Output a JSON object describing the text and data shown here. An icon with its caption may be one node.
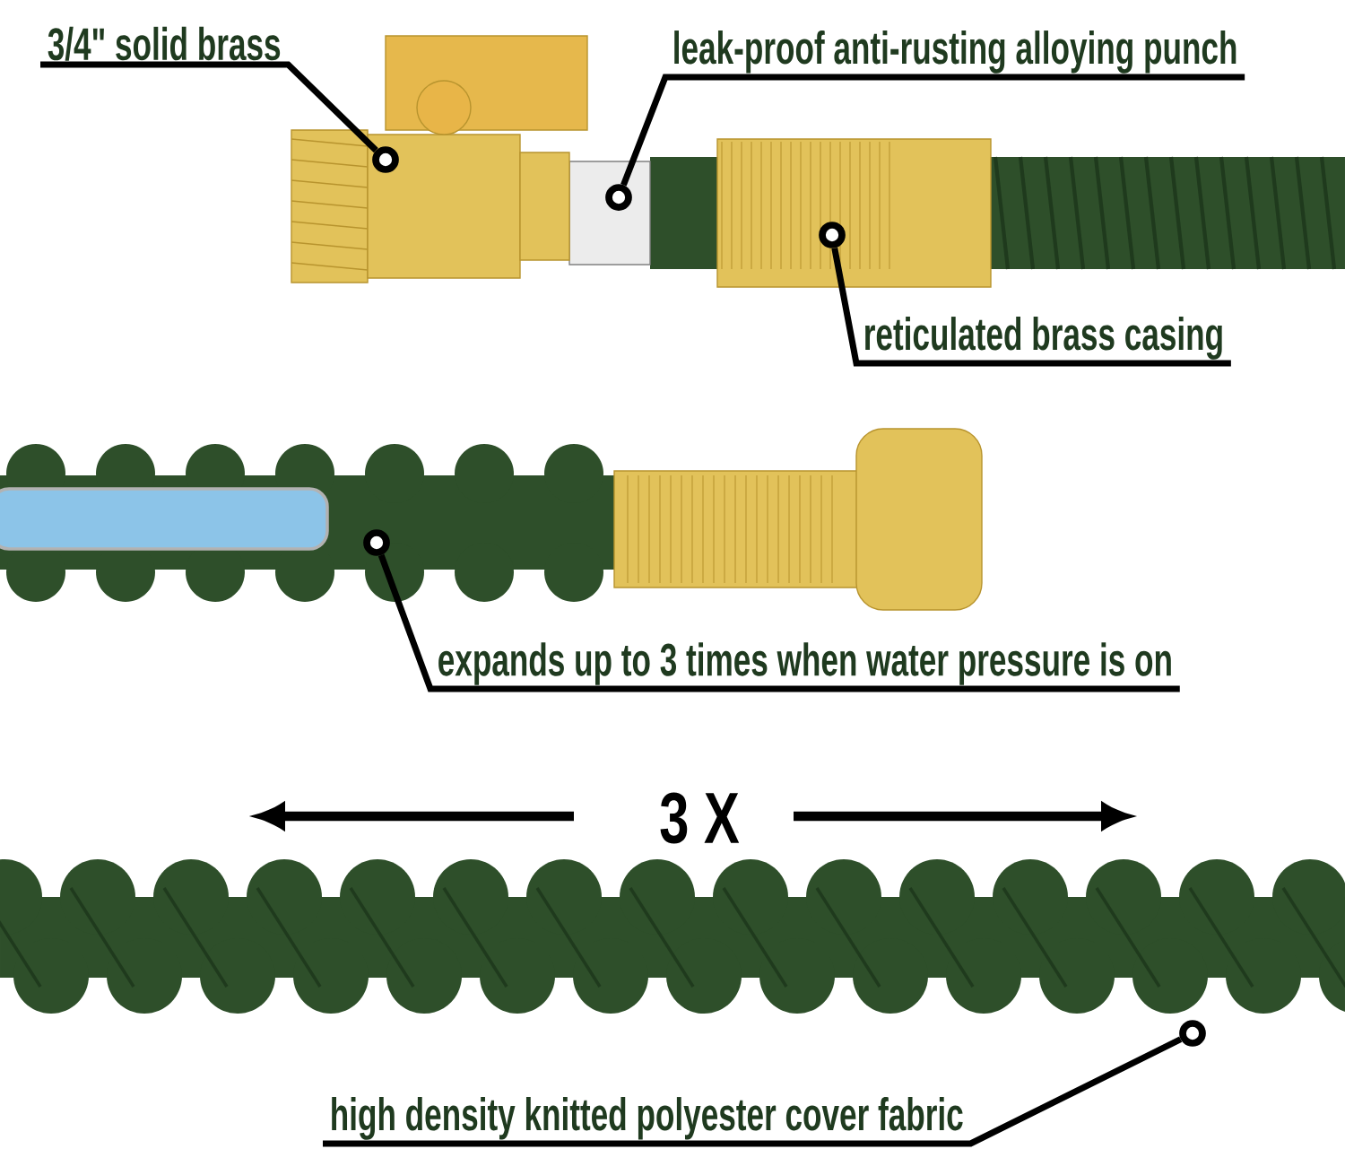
{
  "diagram": {
    "nodes": [
      {
        "text": [
          "3/4\" solid brass"
        ]
      },
      {
        "text": [],
        "shape": "circle"
      },
      {
        "text": [
          "leak-proof anti-rusting alloying punch"
        ]
      },
      {
        "text": [],
        "shape": "circle"
      },
      {
        "text": [
          "reticulated brass casing"
        ]
      },
      {
        "text": [],
        "shape": "circle"
      },
      {
        "text": [
          "expands up to 3 times when water pressure is on"
        ]
      },
      {
        "text": [],
        "shape": "circle"
      },
      {
        "text": [
          "high density knitted polyester cover fabric"
        ]
      },
      {
        "text": [],
        "shape": "circle"
      }
    ],
    "edges": [
      {
        "from": 0,
        "to": 1,
        "arrow": "none"
      },
      {
        "from": 2,
        "to": 3,
        "arrow": "none"
      },
      {
        "from": 4,
        "to": 5,
        "arrow": "none"
      },
      {
        "from": 6,
        "to": 7,
        "arrow": "none"
      },
      {
        "from": 8,
        "to": 9,
        "arrow": "none"
      }
    ],
    "labels": [
      "3 X"
    ]
  }
}
